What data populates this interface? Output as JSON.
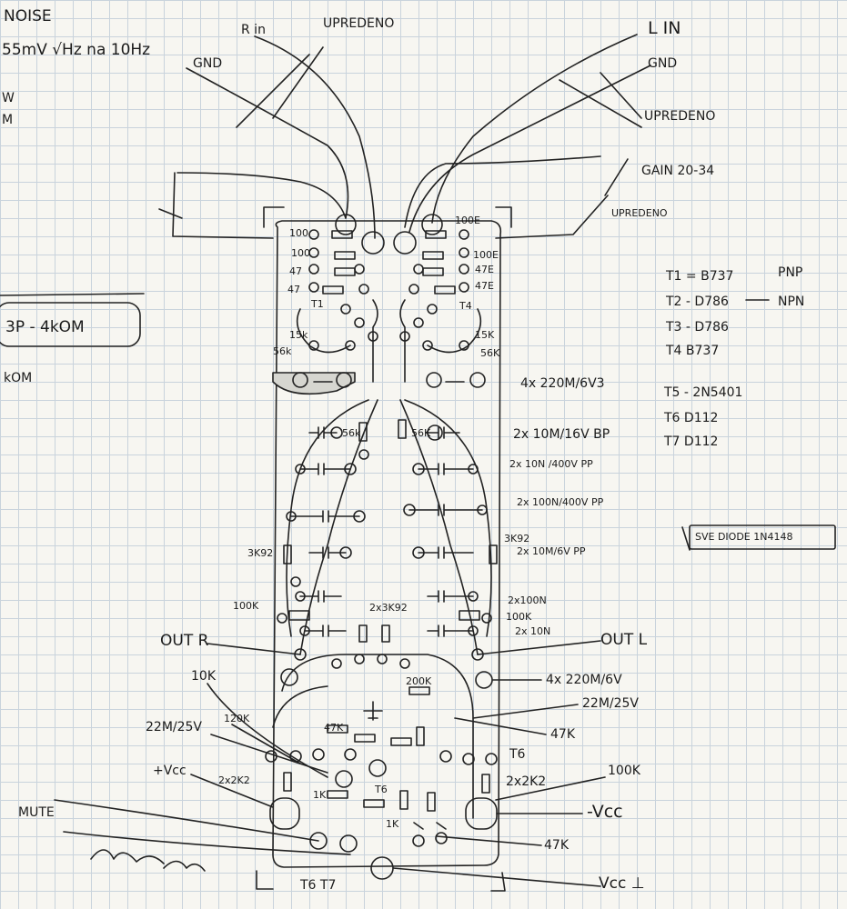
{
  "top_left": {
    "line1": "NOISE",
    "line2": "55mV √Hz na 10Hz",
    "line3": "W",
    "line4": "M",
    "bp_note": "3P - 4kOM",
    "kom_note": "kOM"
  },
  "wires_top": {
    "gnd_left": "GND",
    "r_in": "R in",
    "uprpedeno_top": "UPREDENO",
    "l_in": "L IN",
    "gnd_right": "GND",
    "uprpedeno_right": "UPREDENO",
    "gain": "GAIN 20-34",
    "uprpedeno_pot": "UPREDENO"
  },
  "transistors": {
    "t1": "T1 = B737",
    "t1_type": "PNP",
    "t2": "T2 - D786",
    "t2_type": "NPN",
    "t3": "T3 - D786",
    "t4": "T4 B737",
    "t5": "T5 - 2N5401",
    "t6": "T6 D112",
    "t7": "T7 D112"
  },
  "diodes_note": "SVE DIODE 1N4148",
  "board_labels": {
    "r100_l": "100",
    "r100e_r": "100E",
    "r100_l2": "100",
    "r100e_r2": "100E",
    "r47_l": "47",
    "r47_r": "47E",
    "r47_l2": "47",
    "r47_r2": "47E",
    "t1": "T1",
    "t4": "T4",
    "r15k_l": "15k",
    "r15k_r": "15K",
    "r56k_l": "56k",
    "r56k_r": "56K",
    "r56k_mid_l": "56k",
    "r56k_mid_r": "56K",
    "r3k92_l": "3K92",
    "r3k92_r": "3K92",
    "r100k_l": "100K",
    "r2x3k92": "2x3K92",
    "r100k_r": "100K",
    "r200k": "200K",
    "r47k": "47K",
    "r1k_a": "1K",
    "r1k_b": "1K",
    "t6_board": "T6"
  },
  "right_notes": {
    "cap1": "4x 220M/6V3",
    "cap2": "2x 10M/16V BP",
    "cap3": "2x 10N /400V PP",
    "cap4": "2x 100N/400V PP",
    "cap5": "2x 10M/6V PP",
    "cap6": "2x100N",
    "cap7": "2x 10N",
    "out_l": "OUT L",
    "cap8": "4x 220M/6V",
    "cap9": "22M/25V",
    "r47k_r": "47K",
    "t6_r": "T6",
    "r100k_vcc": "100K",
    "r2x2k2_r": "2x2K2",
    "vcc_neg": "-Vcc",
    "r47k_b": "47K",
    "vcc_gnd": "Vcc ⊥"
  },
  "left_notes": {
    "out_r": "OUT R",
    "r10k": "10K",
    "cap22": "22M/25V",
    "r120k": "120K",
    "vcc_pos": "+Vcc",
    "r2x2k2_l": "2x2K2",
    "mute": "MUTE",
    "t6t7": "T6 T7"
  }
}
